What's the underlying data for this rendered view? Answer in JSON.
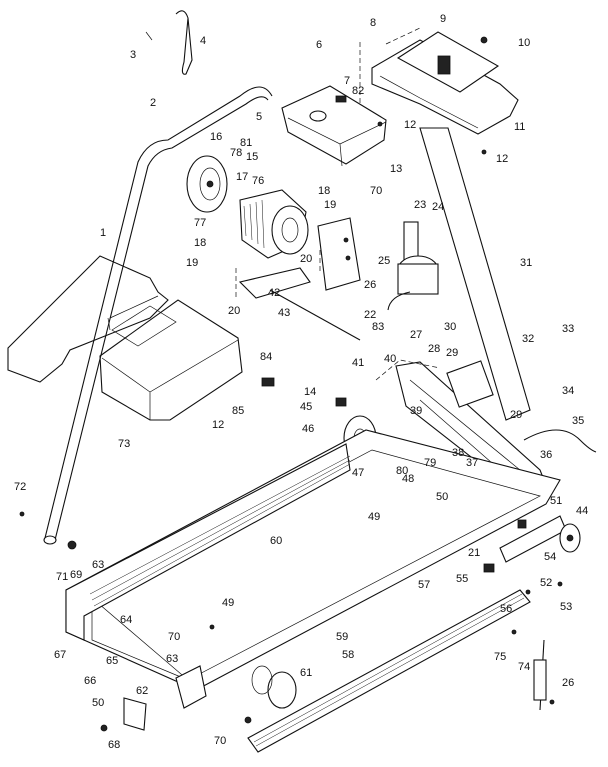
{
  "diagram": {
    "part_labels": [
      {
        "id": "p1",
        "text": "1"
      },
      {
        "id": "p2",
        "text": "2"
      },
      {
        "id": "p3",
        "text": "3"
      },
      {
        "id": "p4",
        "text": "4"
      },
      {
        "id": "p5",
        "text": "5"
      },
      {
        "id": "p6",
        "text": "6"
      },
      {
        "id": "p7",
        "text": "7"
      },
      {
        "id": "p8",
        "text": "8"
      },
      {
        "id": "p9",
        "text": "9"
      },
      {
        "id": "p10",
        "text": "10"
      },
      {
        "id": "p11",
        "text": "11"
      },
      {
        "id": "p12a",
        "text": "12"
      },
      {
        "id": "p12b",
        "text": "12"
      },
      {
        "id": "p12c",
        "text": "12"
      },
      {
        "id": "p13",
        "text": "13"
      },
      {
        "id": "p14",
        "text": "14"
      },
      {
        "id": "p15",
        "text": "15"
      },
      {
        "id": "p16",
        "text": "16"
      },
      {
        "id": "p17",
        "text": "17"
      },
      {
        "id": "p18a",
        "text": "18"
      },
      {
        "id": "p18b",
        "text": "18"
      },
      {
        "id": "p19a",
        "text": "19"
      },
      {
        "id": "p19b",
        "text": "19"
      },
      {
        "id": "p20a",
        "text": "20"
      },
      {
        "id": "p20b",
        "text": "20"
      },
      {
        "id": "p21",
        "text": "21"
      },
      {
        "id": "p22",
        "text": "22"
      },
      {
        "id": "p23",
        "text": "23"
      },
      {
        "id": "p24",
        "text": "24"
      },
      {
        "id": "p25",
        "text": "25"
      },
      {
        "id": "p26a",
        "text": "26"
      },
      {
        "id": "p26b",
        "text": "26"
      },
      {
        "id": "p27",
        "text": "27"
      },
      {
        "id": "p28",
        "text": "28"
      },
      {
        "id": "p29a",
        "text": "29"
      },
      {
        "id": "p29b",
        "text": "29"
      },
      {
        "id": "p30",
        "text": "30"
      },
      {
        "id": "p31",
        "text": "31"
      },
      {
        "id": "p32",
        "text": "32"
      },
      {
        "id": "p33",
        "text": "33"
      },
      {
        "id": "p34",
        "text": "34"
      },
      {
        "id": "p35",
        "text": "35"
      },
      {
        "id": "p36",
        "text": "36"
      },
      {
        "id": "p37",
        "text": "37"
      },
      {
        "id": "p38",
        "text": "38"
      },
      {
        "id": "p39",
        "text": "39"
      },
      {
        "id": "p40",
        "text": "40"
      },
      {
        "id": "p41",
        "text": "41"
      },
      {
        "id": "p42",
        "text": "42"
      },
      {
        "id": "p43",
        "text": "43"
      },
      {
        "id": "p44",
        "text": "44"
      },
      {
        "id": "p45",
        "text": "45"
      },
      {
        "id": "p46",
        "text": "46"
      },
      {
        "id": "p47",
        "text": "47"
      },
      {
        "id": "p48",
        "text": "48"
      },
      {
        "id": "p49a",
        "text": "49"
      },
      {
        "id": "p49b",
        "text": "49"
      },
      {
        "id": "p50a",
        "text": "50"
      },
      {
        "id": "p50b",
        "text": "50"
      },
      {
        "id": "p51",
        "text": "51"
      },
      {
        "id": "p52",
        "text": "52"
      },
      {
        "id": "p53",
        "text": "53"
      },
      {
        "id": "p54",
        "text": "54"
      },
      {
        "id": "p55",
        "text": "55"
      },
      {
        "id": "p56",
        "text": "56"
      },
      {
        "id": "p57",
        "text": "57"
      },
      {
        "id": "p58",
        "text": "58"
      },
      {
        "id": "p59",
        "text": "59"
      },
      {
        "id": "p60",
        "text": "60"
      },
      {
        "id": "p61",
        "text": "61"
      },
      {
        "id": "p62",
        "text": "62"
      },
      {
        "id": "p63a",
        "text": "63"
      },
      {
        "id": "p63b",
        "text": "63"
      },
      {
        "id": "p64",
        "text": "64"
      },
      {
        "id": "p65",
        "text": "65"
      },
      {
        "id": "p66",
        "text": "66"
      },
      {
        "id": "p67",
        "text": "67"
      },
      {
        "id": "p68",
        "text": "68"
      },
      {
        "id": "p69",
        "text": "69"
      },
      {
        "id": "p70a",
        "text": "70"
      },
      {
        "id": "p70b",
        "text": "70"
      },
      {
        "id": "p70c",
        "text": "70"
      },
      {
        "id": "p71",
        "text": "71"
      },
      {
        "id": "p72",
        "text": "72"
      },
      {
        "id": "p73",
        "text": "73"
      },
      {
        "id": "p74",
        "text": "74"
      },
      {
        "id": "p75",
        "text": "75"
      },
      {
        "id": "p76",
        "text": "76"
      },
      {
        "id": "p77",
        "text": "77"
      },
      {
        "id": "p78",
        "text": "78"
      },
      {
        "id": "p79",
        "text": "79"
      },
      {
        "id": "p80",
        "text": "80"
      },
      {
        "id": "p81",
        "text": "81"
      },
      {
        "id": "p82",
        "text": "82"
      },
      {
        "id": "p83",
        "text": "83"
      },
      {
        "id": "p84",
        "text": "84"
      },
      {
        "id": "p85",
        "text": "85"
      }
    ]
  }
}
